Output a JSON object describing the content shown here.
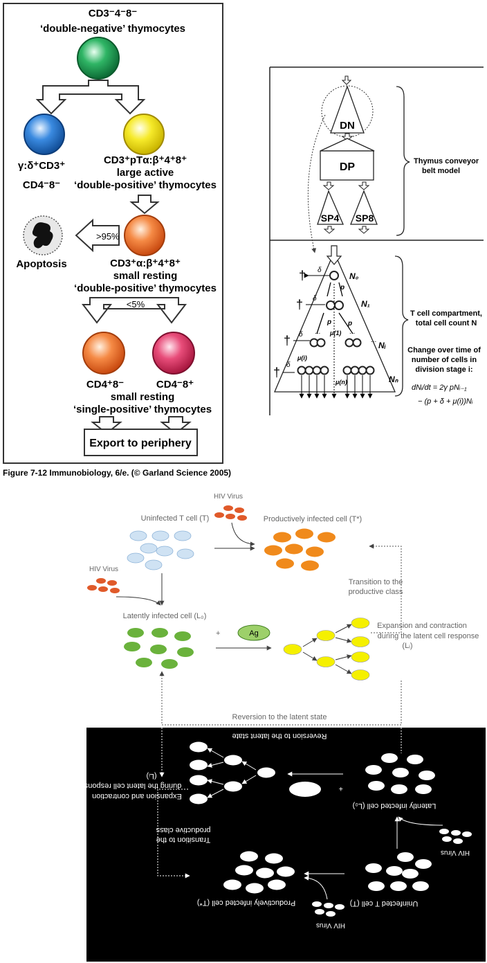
{
  "thymo": {
    "title_l1": "CD3⁻4⁻8⁻",
    "title_l2": "‘double-negative’ thymocytes",
    "gd_l1": "γ:δ⁺CD3⁺",
    "gd_l2": "CD4⁻8⁻",
    "dp_l1": "CD3⁺pTα:β⁺4⁺8⁺",
    "dp_l2": "large active",
    "dp_l3": "‘double-positive’ thymocytes",
    "apoptosis_pct": ">95%",
    "apoptosis": "Apoptosis",
    "sr_l1": "CD3⁺α:β⁺4⁺8⁺",
    "sr_l2": "small resting",
    "sr_l3": "‘double-positive’ thymocytes",
    "select_pct": "<5%",
    "cd4": "CD4⁺8⁻",
    "cd8": "CD4⁻8⁺",
    "sp_l2": "small resting",
    "sp_l3": "‘single-positive’ thymocytes",
    "export": "Export to periphery",
    "caption": "Figure 7-12  Immunobiology, 6/e. (© Garland Science 2005)",
    "colors": {
      "dn": "#1a9a50",
      "gd": "#1f6fc4",
      "dp": "#f2e21a",
      "sr": "#f06a28",
      "sp8": "#d6285a"
    }
  },
  "belt": {
    "dn": "DN",
    "dp": "DP",
    "sp4": "SP4",
    "sp8": "SP8",
    "model_l1": "Thymus conveyor",
    "model_l2": "belt model",
    "comp_l1": "T cell compartment,",
    "comp_l2": "total cell count N",
    "chg_l1": "Change over time of",
    "chg_l2": "number of cells in",
    "chg_l3": "division stage i:",
    "eq1": "dNᵢ/dt = 2γ pNᵢ₋₁",
    "eq2": "− (p + δ + μ(i))Nᵢ",
    "n0": "N₀",
    "n1": "N₁",
    "ni": "Nᵢ",
    "nn": "Nₙ",
    "delta": "δ",
    "p": "p",
    "mu1": "μ(1)",
    "mui": "μ(i)",
    "mun": "μ(n)",
    "dagger": "†",
    "dots": "..."
  },
  "hiv": {
    "hiv_virus": "HIV Virus",
    "uninfected": "Uninfected T cell (T)",
    "productive": "Productively infected cell (T*)",
    "latent": "Latently infected cell (L₀)",
    "ag": "Ag",
    "transition_l1": "Transition to the",
    "transition_l2": "productive class",
    "expansion_l1": "Expansion and contraction",
    "expansion_l2": "during the latent cell response",
    "expansion_l3": "(Lᵢ)",
    "reversion": "Reversion to the latent state",
    "colors": {
      "virus": "#e05a2a",
      "uninf": "#cfe2f3",
      "prod": "#f08a1c",
      "latent": "#6ab23c",
      "ag": "#9dd06a",
      "yellow": "#f5f000"
    }
  }
}
